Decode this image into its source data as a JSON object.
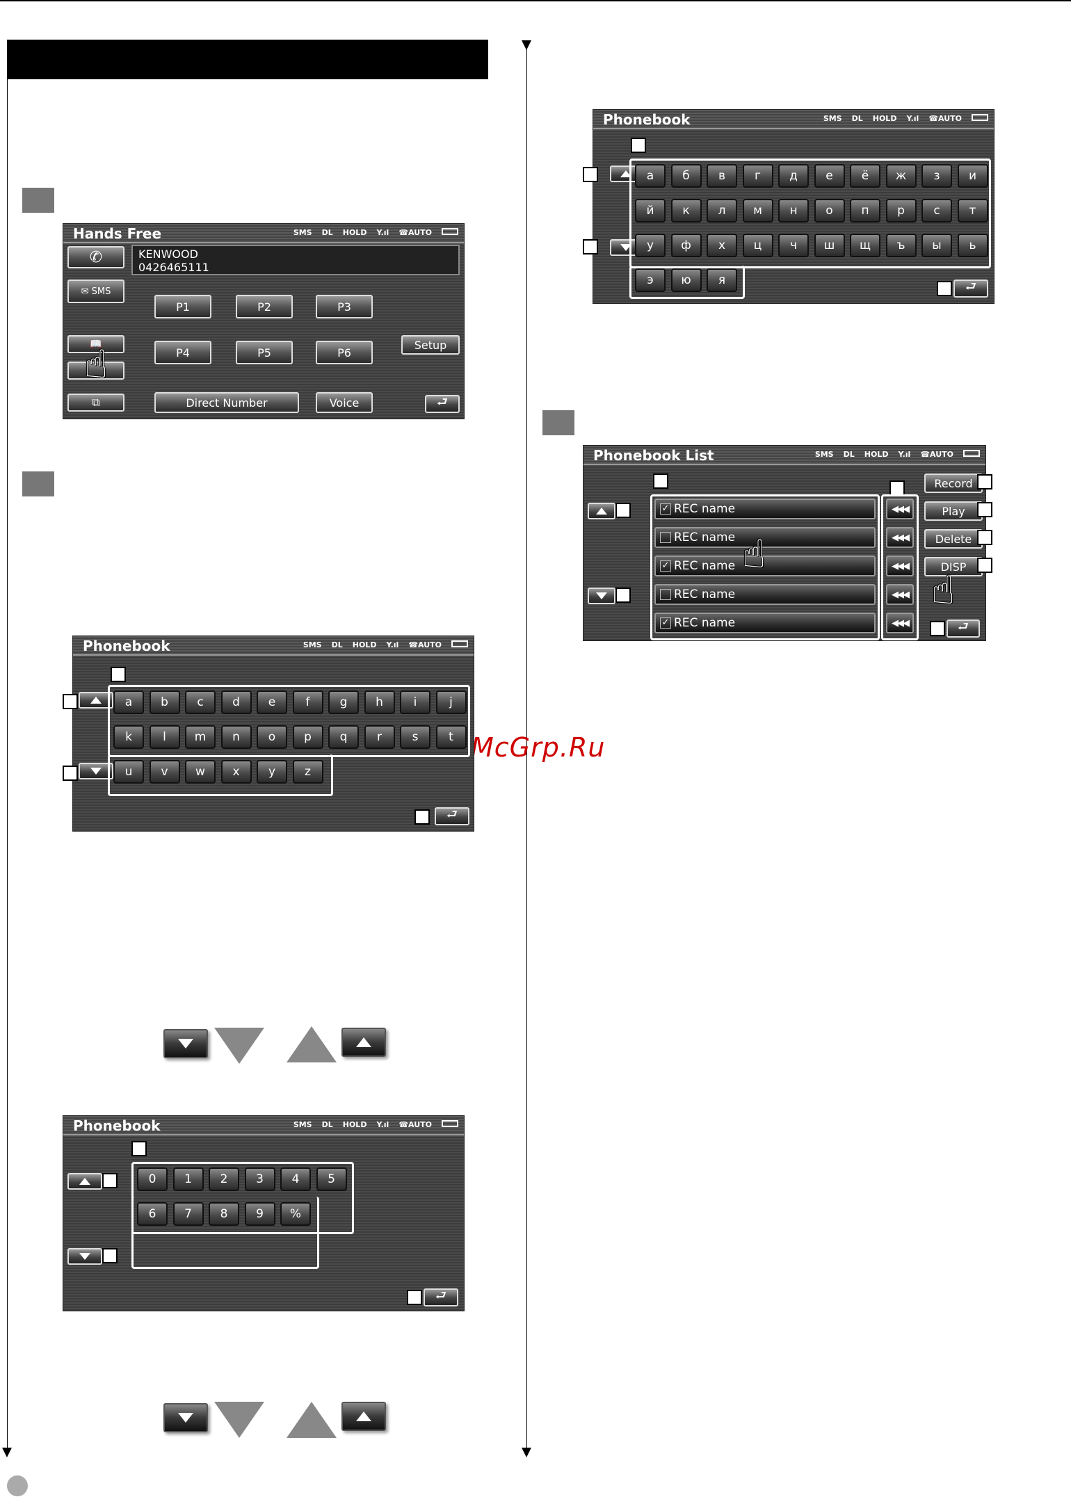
{
  "watermark": "McGrp.Ru",
  "status_bar": {
    "sms": "SMS",
    "dl": "DL",
    "hold": "HOLD",
    "signal": "Y.ıl",
    "auto": "☎AUTO"
  },
  "hands_free": {
    "title": "Hands Free",
    "caller_name": "KENWOOD",
    "caller_number": "0426465111",
    "sms_label": "SMS",
    "presets": [
      "P1",
      "P2",
      "P3",
      "P4",
      "P5",
      "P6"
    ],
    "setup_label": "Setup",
    "direct_number_label": "Direct Number",
    "voice_label": "Voice"
  },
  "phonebook_latin": {
    "title": "Phonebook",
    "rows": [
      [
        "a",
        "b",
        "c",
        "d",
        "e",
        "f",
        "g",
        "h",
        "i",
        "j"
      ],
      [
        "k",
        "l",
        "m",
        "n",
        "o",
        "p",
        "q",
        "r",
        "s",
        "t"
      ],
      [
        "u",
        "v",
        "w",
        "x",
        "y",
        "z"
      ]
    ]
  },
  "phonebook_numeric": {
    "title": "Phonebook",
    "rows": [
      [
        "0",
        "1",
        "2",
        "3",
        "4",
        "5"
      ],
      [
        "6",
        "7",
        "8",
        "9",
        "%"
      ]
    ]
  },
  "phonebook_cyrillic": {
    "title": "Phonebook",
    "rows": [
      [
        "а",
        "б",
        "в",
        "г",
        "д",
        "е",
        "ё",
        "ж",
        "з",
        "и"
      ],
      [
        "й",
        "к",
        "л",
        "м",
        "н",
        "о",
        "п",
        "р",
        "с",
        "т"
      ],
      [
        "у",
        "ф",
        "х",
        "ц",
        "ч",
        "ш",
        "щ",
        "ъ",
        "ы",
        "ь"
      ],
      [
        "э",
        "ю",
        "я"
      ]
    ]
  },
  "phonebook_list": {
    "title": "Phonebook List",
    "rows": [
      {
        "label": "REC name",
        "checked": true
      },
      {
        "label": "REC name",
        "checked": false
      },
      {
        "label": "REC name",
        "checked": true
      },
      {
        "label": "REC name",
        "checked": false
      },
      {
        "label": "REC name",
        "checked": true
      }
    ],
    "record_label": "Record",
    "play_label": "Play",
    "delete_label": "Delete",
    "disp_label": "DISP",
    "play_row_icon": "◀◀◀"
  }
}
